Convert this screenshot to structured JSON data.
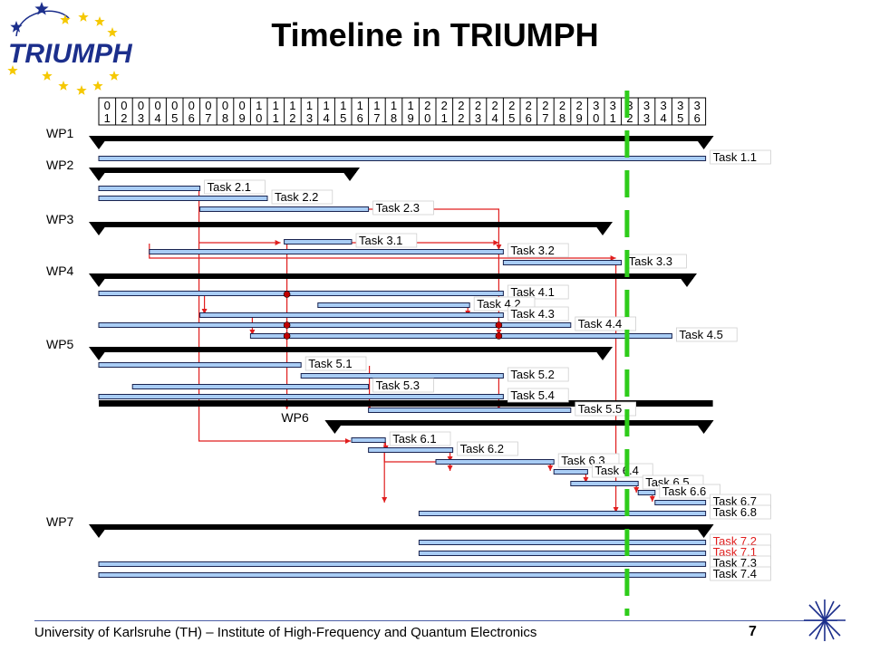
{
  "title": "Timeline in TRIUMPH",
  "logo": {
    "text": "TRIUMPH",
    "star_color": "#f5c800",
    "dark_star_color": "#1c2f8c",
    "text_color": "#1c2f8c"
  },
  "footer": {
    "text": "University of Karlsruhe (TH)  –  Institute of High-Frequency and Quantum Electronics",
    "page": "7"
  },
  "colors": {
    "task_bar": "#a9cdf5",
    "task_border": "#1a2450",
    "wp_bar": "#000000",
    "arrow": "#e01e1e",
    "marker": "#2ecc1a",
    "red_label": "#e01e1e"
  },
  "months": [
    "01",
    "02",
    "03",
    "04",
    "05",
    "06",
    "07",
    "08",
    "09",
    "10",
    "11",
    "12",
    "13",
    "14",
    "15",
    "16",
    "17",
    "18",
    "19",
    "20",
    "21",
    "22",
    "23",
    "24",
    "25",
    "26",
    "27",
    "28",
    "29",
    "30",
    "31",
    "32",
    "33",
    "34",
    "35",
    "36"
  ],
  "current_month": 32,
  "work_packages": [
    {
      "label": "WP1",
      "start": 1,
      "end": 36
    },
    {
      "label": "WP2",
      "start": 1,
      "end": 15
    },
    {
      "label": "WP3",
      "start": 1,
      "end": 30
    },
    {
      "label": "WP4",
      "start": 1,
      "end": 35
    },
    {
      "label": "WP5",
      "start": 1,
      "end": 30
    },
    {
      "label": "WP6",
      "start": 15,
      "end": 36
    },
    {
      "label": "WP7",
      "start": 1,
      "end": 36
    }
  ],
  "tasks": [
    {
      "label": "Task 1.1",
      "start": 1,
      "end": 36,
      "highlight": false
    },
    {
      "label": "Task 2.1",
      "start": 1,
      "end": 6,
      "highlight": false
    },
    {
      "label": "Task 2.2",
      "start": 1,
      "end": 10,
      "highlight": false
    },
    {
      "label": "Task 2.3",
      "start": 7,
      "end": 16,
      "highlight": false
    },
    {
      "label": "Task 3.1",
      "start": 12,
      "end": 15,
      "highlight": false
    },
    {
      "label": "Task 3.2",
      "start": 4,
      "end": 24,
      "highlight": false
    },
    {
      "label": "Task 3.3",
      "start": 25,
      "end": 31,
      "highlight": false
    },
    {
      "label": "Task 4.1",
      "start": 1,
      "end": 24,
      "highlight": false
    },
    {
      "label": "Task 4.2",
      "start": 14,
      "end": 22,
      "highlight": false
    },
    {
      "label": "Task 4.3",
      "start": 7,
      "end": 24,
      "highlight": false
    },
    {
      "label": "Task 4.4",
      "start": 1,
      "end": 28,
      "highlight": false
    },
    {
      "label": "Task 4.5",
      "start": 10,
      "end": 34,
      "highlight": false
    },
    {
      "label": "Task 5.1",
      "start": 1,
      "end": 12,
      "highlight": false
    },
    {
      "label": "Task 5.2",
      "start": 13,
      "end": 24,
      "highlight": false
    },
    {
      "label": "Task 5.3",
      "start": 3,
      "end": 16,
      "highlight": false
    },
    {
      "label": "Task 5.4",
      "start": 1,
      "end": 24,
      "highlight": false
    },
    {
      "label": "Task 5.5",
      "start": 17,
      "end": 28,
      "highlight": false
    },
    {
      "label": "Task 6.1",
      "start": 16,
      "end": 17,
      "highlight": false
    },
    {
      "label": "Task 6.2",
      "start": 17,
      "end": 21,
      "highlight": false
    },
    {
      "label": "Task 6.3",
      "start": 21,
      "end": 27,
      "highlight": false
    },
    {
      "label": "Task 6.4",
      "start": 28,
      "end": 29,
      "highlight": false
    },
    {
      "label": "Task 6.5",
      "start": 29,
      "end": 32,
      "highlight": false
    },
    {
      "label": "Task 6.6",
      "start": 33,
      "end": 33,
      "highlight": false
    },
    {
      "label": "Task 6.7",
      "start": 34,
      "end": 36,
      "highlight": false
    },
    {
      "label": "Task 6.8",
      "start": 20,
      "end": 36,
      "highlight": false
    },
    {
      "label": "Task 7.2",
      "start": 20,
      "end": 36,
      "highlight": true
    },
    {
      "label": "Task 7.1",
      "start": 20,
      "end": 36,
      "highlight": true
    },
    {
      "label": "Task 7.3",
      "start": 1,
      "end": 36,
      "highlight": false
    },
    {
      "label": "Task 7.4",
      "start": 1,
      "end": 36,
      "highlight": false
    }
  ]
}
